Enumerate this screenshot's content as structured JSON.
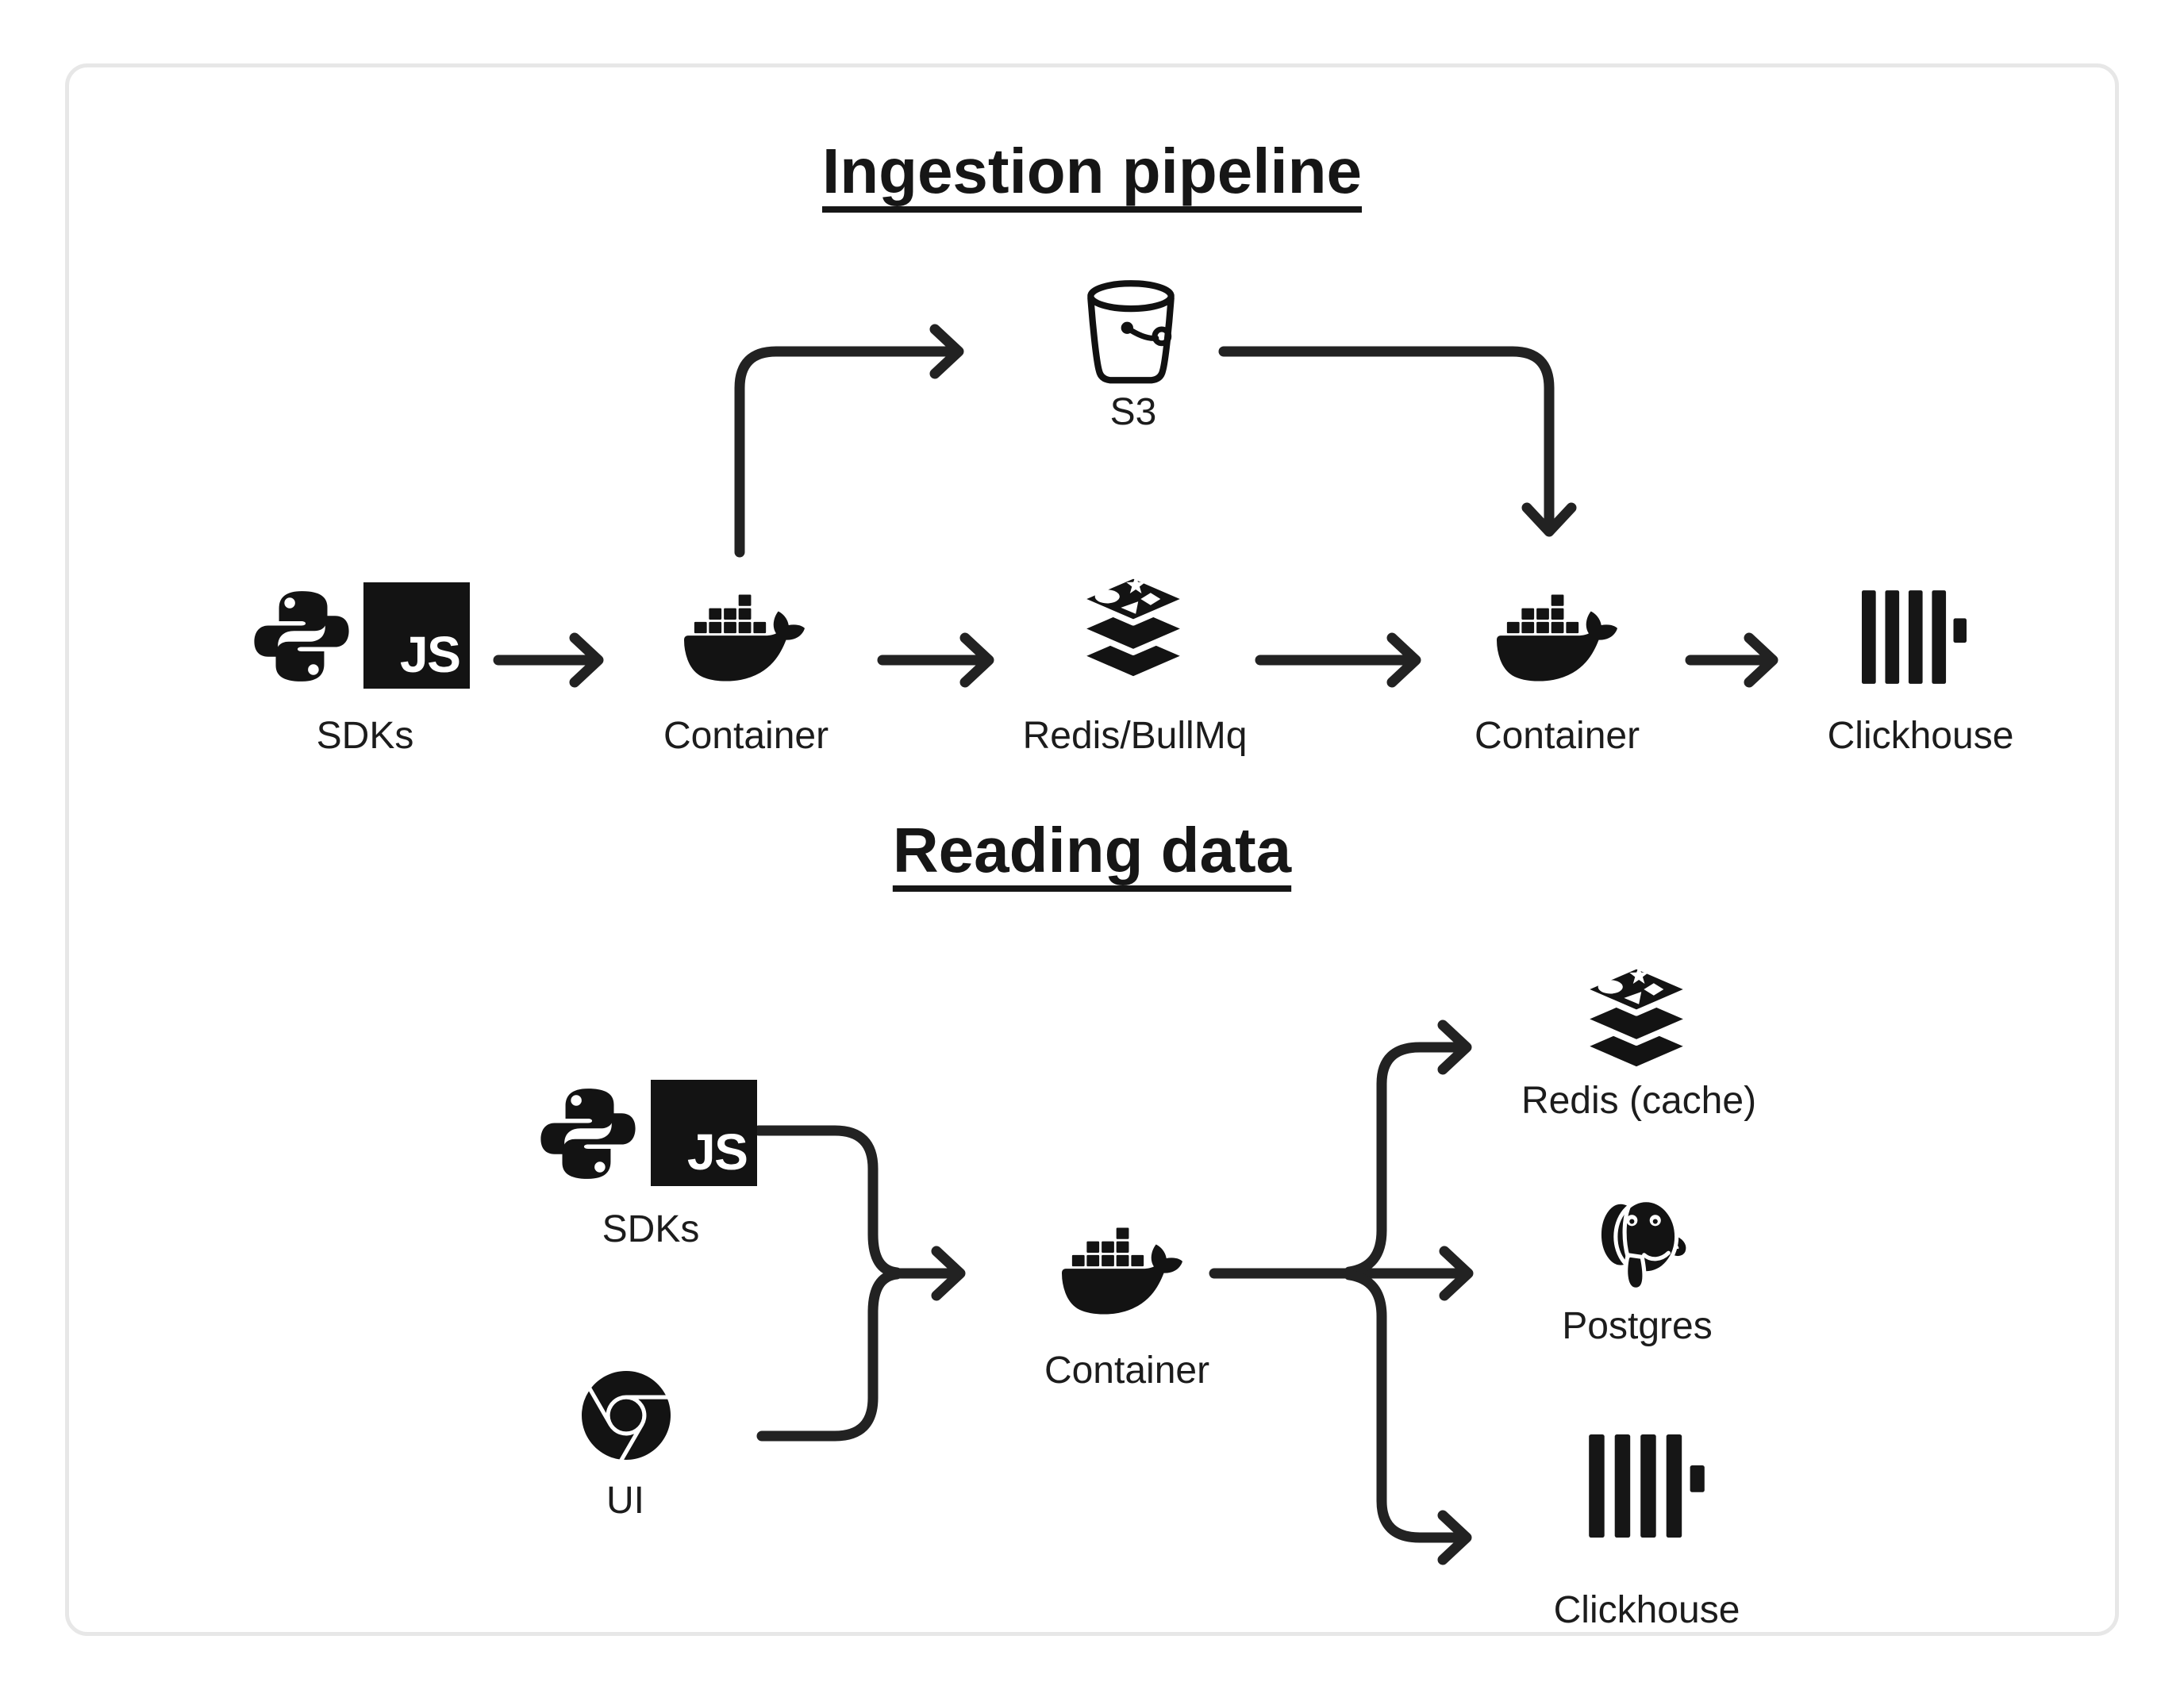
{
  "diagram": {
    "ingestion": {
      "title": "Ingestion pipeline",
      "nodes": {
        "sdks": {
          "label": "SDKs"
        },
        "container_ingest": {
          "label": "Container"
        },
        "queue": {
          "label": "Redis/BullMq"
        },
        "s3": {
          "label": "S3"
        },
        "container_worker": {
          "label": "Container"
        },
        "clickhouse": {
          "label": "Clickhouse"
        }
      }
    },
    "reading": {
      "title": "Reading data",
      "nodes": {
        "sdks": {
          "label": "SDKs"
        },
        "ui": {
          "label": "UI"
        },
        "container": {
          "label": "Container"
        },
        "redis_cache": {
          "label": "Redis (cache)"
        },
        "postgres": {
          "label": "Postgres"
        },
        "clickhouse": {
          "label": "Clickhouse"
        }
      }
    },
    "icons": {
      "js_badge": "JS"
    },
    "colors": {
      "ink": "#161616",
      "line": "#222222",
      "card_border": "#e7e7e7",
      "background": "#ffffff"
    }
  }
}
